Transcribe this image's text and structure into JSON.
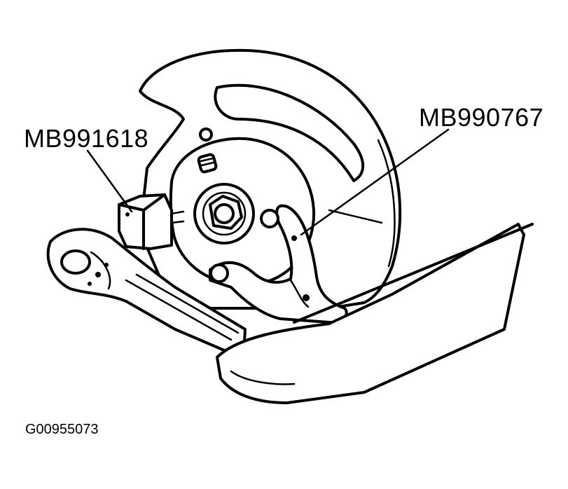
{
  "labels": {
    "tool_left": "MB991618",
    "tool_right": "MB990767",
    "figure_code": "G00955073"
  },
  "colors": {
    "line": "#000000",
    "background": "#ffffff"
  }
}
